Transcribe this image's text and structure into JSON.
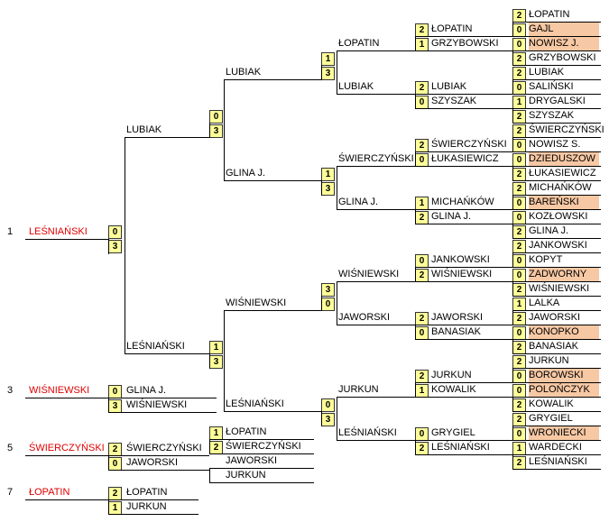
{
  "main": {
    "round1": [
      {
        "p1": "ŁOPATIN",
        "s1": "2",
        "p2": "GAJL",
        "s2": "0",
        "hl": 2
      },
      {
        "p1": "NOWISZ J.",
        "s1": "0",
        "p2": "GRZYBOWSKI",
        "s2": "2",
        "hl": 1
      },
      {
        "p1": "LUBIAK",
        "s1": "2",
        "p2": "SALIŃSKI",
        "s2": "0",
        "hl": 0
      },
      {
        "p1": "DRYGALSKI",
        "s1": "1",
        "p2": "SZYSZAK",
        "s2": "2",
        "hl": 0
      },
      {
        "p1": "ŚWIERCZYŃSKI",
        "s1": "2",
        "p2": "NOWISZ S.",
        "s2": "0",
        "hl": 0
      },
      {
        "p1": "DZIEDUSZOW",
        "s1": "0",
        "p2": "ŁUKASIEWICZ",
        "s2": "2",
        "hl": 1
      },
      {
        "p1": "MICHAŃKÓW",
        "s1": "2",
        "p2": "BAREŃSKI",
        "s2": "0",
        "hl": 2
      },
      {
        "p1": "KOZŁOWSKI",
        "s1": "0",
        "p2": "GLINA J.",
        "s2": "2",
        "hl": 0
      },
      {
        "p1": "JANKOWSKI",
        "s1": "2",
        "p2": "KOPYT",
        "s2": "0",
        "hl": 0
      },
      {
        "p1": "ZADWORNY",
        "s1": "0",
        "p2": "WIŚNIEWSKI",
        "s2": "2",
        "hl": 1
      },
      {
        "p1": "LALKA",
        "s1": "1",
        "p2": "JAWORSKI",
        "s2": "2",
        "hl": 0
      },
      {
        "p1": "KONOPKO",
        "s1": "0",
        "p2": "BANASIAK",
        "s2": "2",
        "hl": 1
      },
      {
        "p1": "JURKUN",
        "s1": "2",
        "p2": "BOROWSKI",
        "s2": "0",
        "hl": 2
      },
      {
        "p1": "POLOŃCZYK",
        "s1": "0",
        "p2": "KOWALIK",
        "s2": "2",
        "hl": 1
      },
      {
        "p1": "GRYGIEL",
        "s1": "2",
        "p2": "WRONIECKI",
        "s2": "0",
        "hl": 2
      },
      {
        "p1": "WARDECKI",
        "s1": "1",
        "p2": "LEŚNIAŃSKI",
        "s2": "2",
        "hl": 0
      }
    ],
    "round2": [
      {
        "p1": "ŁOPATIN",
        "s1": "2",
        "p2": "GRZYBOWSKI",
        "s2": "1"
      },
      {
        "p1": "LUBIAK",
        "s1": "2",
        "p2": "SZYSZAK",
        "s2": "0"
      },
      {
        "p1": "ŚWIERCZYŃSKI",
        "s1": "2",
        "p2": "ŁUKASIEWICZ",
        "s2": "0"
      },
      {
        "p1": "MICHAŃKÓW",
        "s1": "1",
        "p2": "GLINA J.",
        "s2": "2"
      },
      {
        "p1": "JANKOWSKI",
        "s1": "0",
        "p2": "WIŚNIEWSKI",
        "s2": "2"
      },
      {
        "p1": "JAWORSKI",
        "s1": "2",
        "p2": "BANASIAK",
        "s2": "0"
      },
      {
        "p1": "JURKUN",
        "s1": "2",
        "p2": "KOWALIK",
        "s2": "1"
      },
      {
        "p1": "GRYGIEL",
        "s1": "0",
        "p2": "LEŚNIAŃSKI",
        "s2": "2"
      }
    ],
    "round3": [
      {
        "p1": "ŁOPATIN",
        "s1": "1",
        "p2": "LUBIAK",
        "s2": "3"
      },
      {
        "p1": "ŚWIERCZYŃSKI",
        "s1": "1",
        "p2": "GLINA J.",
        "s2": "3"
      },
      {
        "p1": "WIŚNIEWSKI",
        "s1": "3",
        "p2": "JAWORSKI",
        "s2": "0"
      },
      {
        "p1": "JURKUN",
        "s1": "0",
        "p2": "LEŚNIAŃSKI",
        "s2": "3"
      }
    ],
    "round4": [
      {
        "p1": "LUBIAK",
        "s1": "0",
        "p2": "GLINA J.",
        "s2": "3"
      },
      {
        "p1": "WIŚNIEWSKI",
        "s1": "1",
        "p2": "LEŚNIAŃSKI",
        "s2": "3"
      }
    ],
    "semifinal": {
      "p1": "LUBIAK",
      "s1": "0",
      "p2": "LEŚNIAŃSKI",
      "s2": "3"
    },
    "winner": {
      "place": "1",
      "name": "LEŚNIAŃSKI"
    }
  },
  "placement": {
    "third": {
      "place": "3",
      "name": "WIŚNIEWSKI",
      "p1": "GLINA J.",
      "s1": "0",
      "p2": "WIŚNIEWSKI",
      "s2": "3"
    },
    "fifth_round1": {
      "p1": "ŁOPATIN",
      "s1": "1",
      "p2": "ŚWIERCZYŃSKI",
      "s2": "2",
      "p3": "JAWORSKI",
      "p4": "JURKUN"
    },
    "fifth": {
      "place": "5",
      "name": "ŚWIERCZYŃSKI",
      "p1": "ŚWIERCZYŃSKI",
      "s1": "2",
      "p2": "JAWORSKI",
      "s2": "0"
    },
    "seventh": {
      "place": "7",
      "name": "ŁOPATIN",
      "p1": "ŁOPATIN",
      "s1": "2",
      "p2": "JURKUN",
      "s2": "1"
    }
  }
}
